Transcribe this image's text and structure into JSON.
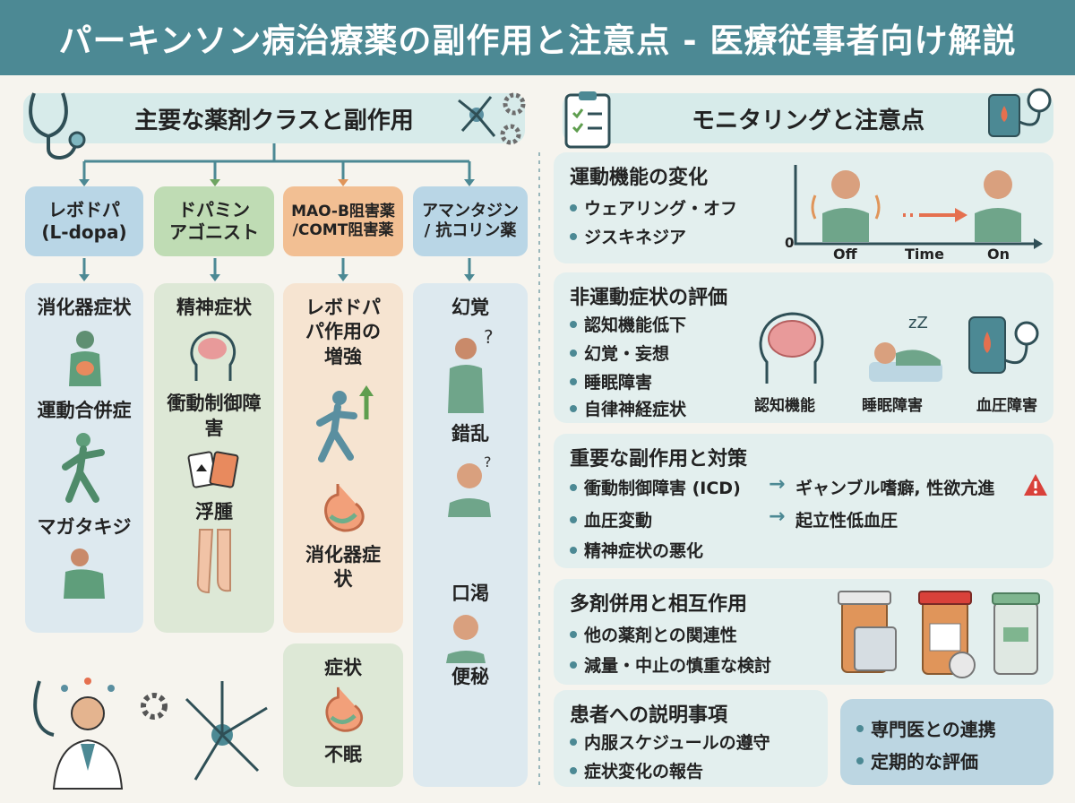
{
  "title": "パーキンソン病治療薬の副作用と注意点 - 医療従事者向け解説",
  "left": {
    "heading": "主要な薬剤クラスと副作用",
    "classes": [
      {
        "line1": "レボドパ",
        "line2": "(L-dopa)",
        "color": "#b9d6e6",
        "effects": [
          "消化器症状",
          "運動合併症",
          "マガタキジ"
        ],
        "bg": "#dde9ef"
      },
      {
        "line1": "ドパミン",
        "line2": "アゴニスト",
        "color": "#bfdcb4",
        "effects": [
          "精神症状",
          "衝動制御障害",
          "浮腫"
        ],
        "bg": "#dde8d6"
      },
      {
        "line1": "MAO-B阻害薬",
        "line2": "/COMT阻害薬",
        "color": "#f2bf93",
        "effects": [
          "レボドパパ作用の増強",
          "消化器症状"
        ],
        "bg": "#f6e4d1"
      },
      {
        "line1": "アマンタジン",
        "line2": "/ 抗コリン薬",
        "color": "#b9d6e6",
        "effects": [
          "幻覚",
          "錯乱",
          "口渇",
          "便秘"
        ],
        "bg": "#dde9ef"
      }
    ],
    "extra_box": {
      "top": "症状",
      "bottom": "不眠"
    }
  },
  "right": {
    "heading": "モニタリングと注意点",
    "motor": {
      "heading": "運動機能の変化",
      "items": [
        "ウェアリング・オフ",
        "ジスキネジア"
      ],
      "axis": {
        "zero": "0",
        "off": "Off",
        "time": "Time",
        "on": "On"
      }
    },
    "nonmotor": {
      "heading": "非運動症状の評価",
      "items": [
        "認知機能低下",
        "幻覚・妄想",
        "睡眠障害",
        "自律神経症状"
      ],
      "captions": [
        "認知機能",
        "睡眠障害",
        "血圧障害"
      ]
    },
    "important": {
      "heading": "重要な副作用と対策",
      "rows": [
        {
          "left": "衝動制御障害 (ICD)",
          "right": "ギャンブル嗜癖, 性欲亢進"
        },
        {
          "left": "血圧変動",
          "right": "起立性低血圧"
        },
        {
          "left": "精神症状の悪化",
          "right": ""
        }
      ],
      "arrow": "→"
    },
    "poly": {
      "heading": "多剤併用と相互作用",
      "items": [
        "他の薬剤との関連性",
        "減量・中止の慎重な検討"
      ]
    },
    "patient": {
      "heading": "患者への説明事項",
      "items": [
        "内服スケジュールの遵守",
        "症状変化の報告"
      ]
    },
    "specialist": {
      "items": [
        "専門医との連携",
        "定期的な評価"
      ]
    }
  },
  "colors": {
    "banner": "#4c8994",
    "accent": "#e5704f",
    "alert": "#d9413a"
  }
}
